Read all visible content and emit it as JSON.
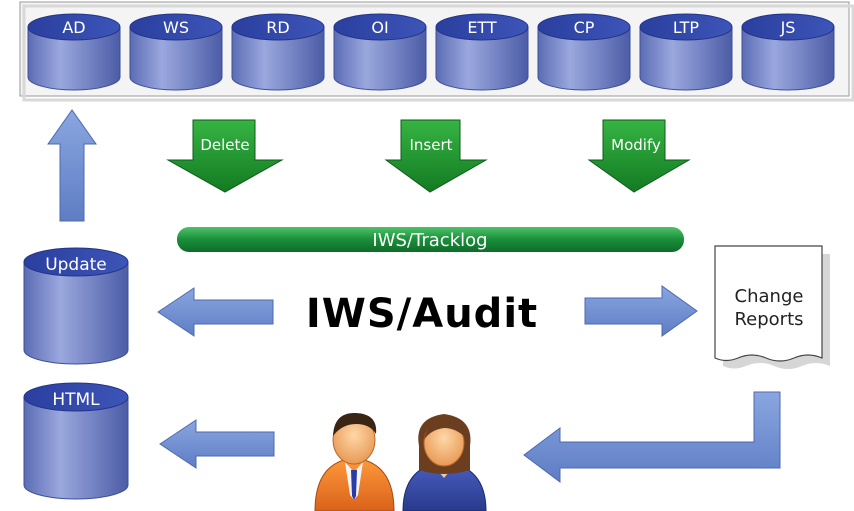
{
  "databases": [
    {
      "label": "AD"
    },
    {
      "label": "WS"
    },
    {
      "label": "RD"
    },
    {
      "label": "OI"
    },
    {
      "label": "ETT"
    },
    {
      "label": "CP"
    },
    {
      "label": "LTP"
    },
    {
      "label": "JS"
    }
  ],
  "operations": {
    "delete": "Delete",
    "insert": "Insert",
    "modify": "Modify"
  },
  "tracklog_label": "IWS/Tracklog",
  "audit_title": "IWS/Audit",
  "update_db_label": "Update",
  "html_db_label": "HTML",
  "report": {
    "line1": "Change",
    "line2": "Reports"
  },
  "colors": {
    "cylinder": "#7585c6",
    "arrow_blue": "#6f8ed0",
    "arrow_green": "#1f8f2c",
    "tracklog_bar": "#1c8a3a"
  },
  "icons": [
    "male-user-icon",
    "female-user-icon"
  ]
}
